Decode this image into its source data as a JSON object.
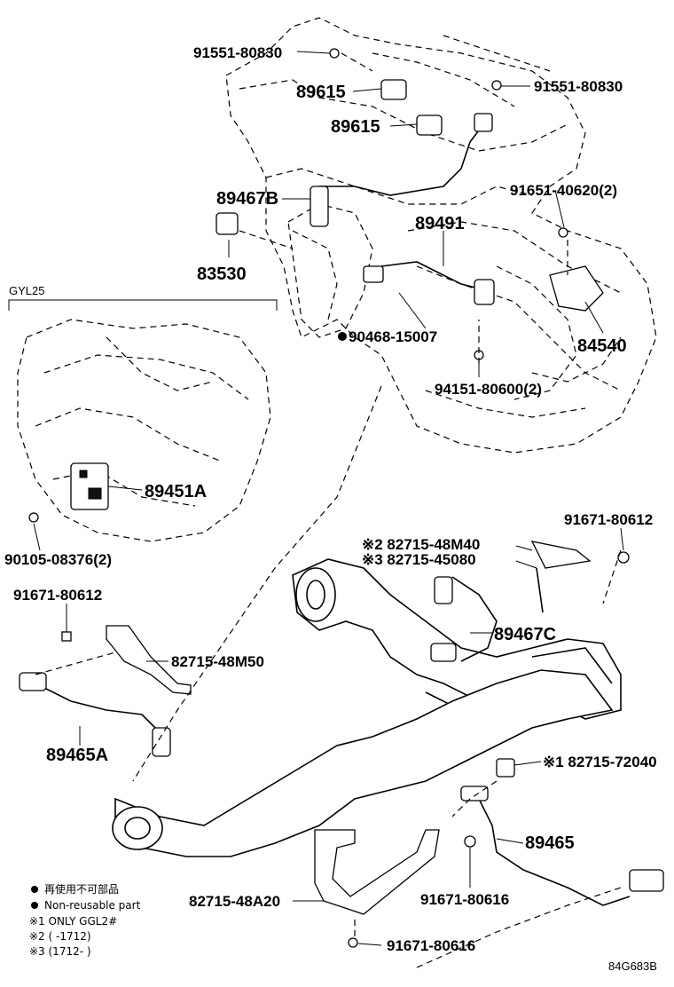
{
  "group_label": "GYL25",
  "reference_code": "84G683B",
  "legend": {
    "line1": "再使用不可部品",
    "line2": "Non-reusable part",
    "line3": "※1 ONLY GGL2#",
    "line4": "※2 (      -1712)",
    "line5": "※3 (1712-      )"
  },
  "callouts": [
    {
      "id": "c1",
      "text": "91551-80830"
    },
    {
      "id": "c2",
      "text": "89615"
    },
    {
      "id": "c3",
      "text": "91551-80830"
    },
    {
      "id": "c4",
      "text": "89615"
    },
    {
      "id": "c5",
      "text": "89467B"
    },
    {
      "id": "c6",
      "text": "91651-40620(2)"
    },
    {
      "id": "c7",
      "text": "89491"
    },
    {
      "id": "c8",
      "text": "83530"
    },
    {
      "id": "c9",
      "text": "90468-15007"
    },
    {
      "id": "c10",
      "text": "84540"
    },
    {
      "id": "c11",
      "text": "94151-80600(2)"
    },
    {
      "id": "c12",
      "text": "89451A"
    },
    {
      "id": "c13",
      "text": "90105-08376(2)"
    },
    {
      "id": "c14",
      "text": "91671-80612"
    },
    {
      "id": "c15",
      "text": "※2 82715-48M40"
    },
    {
      "id": "c16",
      "text": "※3 82715-45080"
    },
    {
      "id": "c17",
      "text": "91671-80612"
    },
    {
      "id": "c18",
      "text": "89467C"
    },
    {
      "id": "c19",
      "text": "82715-48M50"
    },
    {
      "id": "c20",
      "text": "89465A"
    },
    {
      "id": "c21",
      "text": "※1 82715-72040"
    },
    {
      "id": "c22",
      "text": "89465"
    },
    {
      "id": "c23",
      "text": "91671-80616"
    },
    {
      "id": "c24",
      "text": "82715-48A20"
    },
    {
      "id": "c25",
      "text": "91671-80616"
    }
  ]
}
